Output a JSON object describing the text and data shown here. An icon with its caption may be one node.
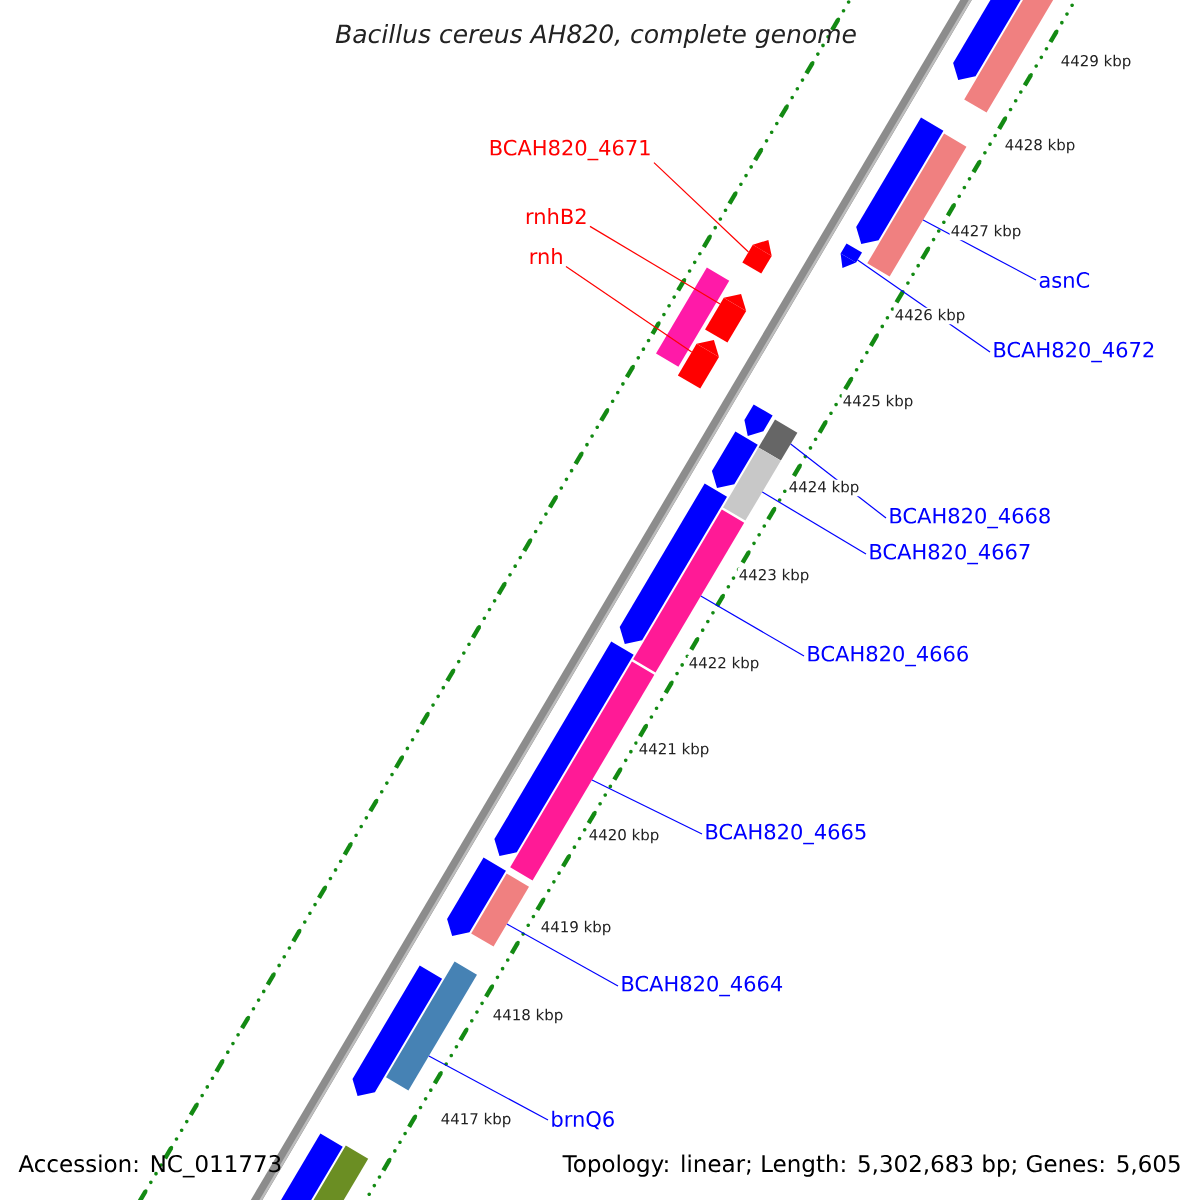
{
  "diagram": {
    "title": "Bacillus cereus AH820, complete genome",
    "nodes": [
      {
        "text": [
          "BCAH820_4671"
        ]
      },
      {
        "text": [
          "rnhB2"
        ]
      },
      {
        "text": [
          "rnh"
        ]
      },
      {
        "text": [
          "asnC"
        ]
      },
      {
        "text": [
          "BCAH820_4672"
        ]
      },
      {
        "text": [
          "BCAH820_4668"
        ]
      },
      {
        "text": [
          "BCAH820_4667"
        ]
      },
      {
        "text": [
          "BCAH820_4666"
        ]
      },
      {
        "text": [
          "BCAH820_4665"
        ]
      },
      {
        "text": [
          "BCAH820_4664"
        ]
      },
      {
        "text": [
          "brnQ6"
        ]
      },
      {
        "text": [],
        "shape": "bar"
      },
      {
        "text": [],
        "shape": "pentagon"
      },
      {
        "text": [],
        "shape": "pentagon"
      },
      {
        "text": [],
        "shape": "pentagon"
      },
      {
        "text": [],
        "shape": "pentagon"
      },
      {
        "text": [],
        "shape": "bar"
      },
      {
        "text": [],
        "shape": "bar"
      },
      {
        "text": [],
        "shape": "bar"
      },
      {
        "text": [],
        "shape": "bar"
      },
      {
        "text": [],
        "shape": "bar"
      },
      {
        "text": [],
        "shape": "bar"
      }
    ],
    "edges": [
      {
        "from": 0,
        "to": 12,
        "arrow": "none",
        "color": "#ff0000"
      },
      {
        "from": 1,
        "to": 14,
        "arrow": "none",
        "color": "#ff0000"
      },
      {
        "from": 2,
        "to": 15,
        "arrow": "none",
        "color": "#ff0000"
      },
      {
        "from": 3,
        "to": 11,
        "arrow": "none"
      },
      {
        "from": 4,
        "to": 13,
        "arrow": "none"
      },
      {
        "from": 5,
        "to": 16,
        "arrow": "none"
      },
      {
        "from": 6,
        "to": 17,
        "arrow": "none"
      },
      {
        "from": 7,
        "to": 18,
        "arrow": "none"
      },
      {
        "from": 8,
        "to": 19,
        "arrow": "none"
      },
      {
        "from": 9,
        "to": 20,
        "arrow": "none"
      },
      {
        "from": 10,
        "to": 21,
        "arrow": "none"
      }
    ],
    "labels": [
      "4429 kbp",
      "4428 kbp",
      "4427 kbp",
      "4426 kbp",
      "4425 kbp",
      "4424 kbp",
      "4423 kbp",
      "4422 kbp",
      "4421 kbp",
      "4420 kbp",
      "4419 kbp",
      "4418 kbp",
      "4417 kbp",
      "Accession: NC_011773",
      "Topology: linear; Length: 5,302,683 bp; Genes: 5,605"
    ]
  }
}
